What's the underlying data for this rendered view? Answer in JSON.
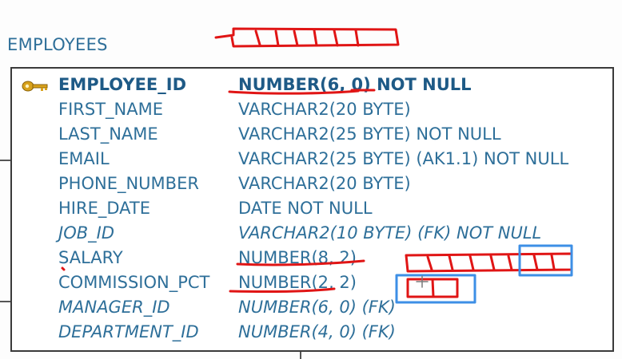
{
  "table": {
    "name": "EMPLOYEES",
    "columns": [
      {
        "name": "EMPLOYEE_ID",
        "type": "NUMBER(6, 0) NOT NULL",
        "pk": true,
        "fk": false,
        "icon": "key-icon"
      },
      {
        "name": "FIRST_NAME",
        "type": "VARCHAR2(20 BYTE)",
        "pk": false,
        "fk": false
      },
      {
        "name": "LAST_NAME",
        "type": "VARCHAR2(25 BYTE) NOT NULL",
        "pk": false,
        "fk": false
      },
      {
        "name": "EMAIL",
        "type": "VARCHAR2(25 BYTE) (AK1.1) NOT NULL",
        "pk": false,
        "fk": false
      },
      {
        "name": "PHONE_NUMBER",
        "type": "VARCHAR2(20 BYTE)",
        "pk": false,
        "fk": false
      },
      {
        "name": "HIRE_DATE",
        "type": "DATE NOT NULL",
        "pk": false,
        "fk": false
      },
      {
        "name": "JOB_ID",
        "type": "VARCHAR2(10 BYTE) (FK) NOT NULL",
        "pk": false,
        "fk": true
      },
      {
        "name": "SALARY",
        "type": "NUMBER(8, 2)",
        "pk": false,
        "fk": false
      },
      {
        "name": "COMMISSION_PCT",
        "type": "NUMBER(2, 2)",
        "pk": false,
        "fk": false
      },
      {
        "name": "MANAGER_ID",
        "type": "NUMBER(6, 0) (FK)",
        "pk": false,
        "fk": true
      },
      {
        "name": "DEPARTMENT_ID",
        "type": "NUMBER(4, 0) (FK)",
        "pk": false,
        "fk": true
      }
    ]
  },
  "colors": {
    "text": "#2e6f99",
    "pk_text": "#1e5a86",
    "key_icon": "#d8a21c",
    "red_ink": "#e01515",
    "blue_box": "#3d8fe6",
    "border": "#3a3a3a"
  }
}
